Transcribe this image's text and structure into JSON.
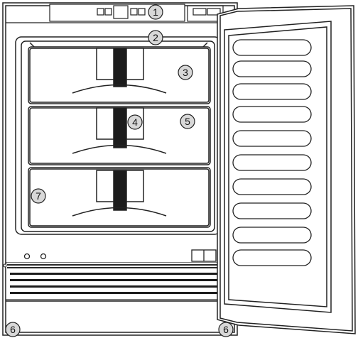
{
  "callouts": {
    "c1": "1",
    "c2": "2",
    "c3": "3",
    "c4": "4",
    "c5": "5",
    "c6_left": "6",
    "c6_right": "6",
    "c7": "7"
  }
}
